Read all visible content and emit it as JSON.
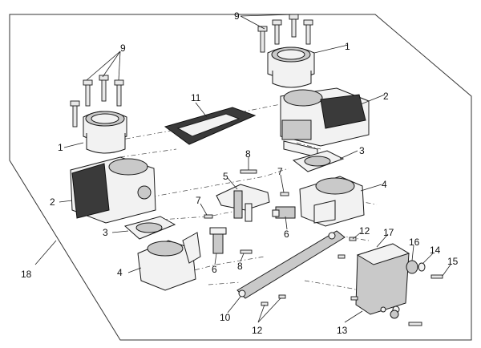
{
  "diagram": {
    "callouts": [
      {
        "id": "c9a",
        "text": "9"
      },
      {
        "id": "c1a",
        "text": "1"
      },
      {
        "id": "c2a",
        "text": "2"
      },
      {
        "id": "c9b",
        "text": "9"
      },
      {
        "id": "c11",
        "text": "11"
      },
      {
        "id": "c1b",
        "text": "1"
      },
      {
        "id": "c3a",
        "text": "3"
      },
      {
        "id": "c4a",
        "text": "4"
      },
      {
        "id": "c8a",
        "text": "8"
      },
      {
        "id": "c5",
        "text": "5"
      },
      {
        "id": "c7a",
        "text": "7"
      },
      {
        "id": "c2b",
        "text": "2"
      },
      {
        "id": "c7b",
        "text": "7"
      },
      {
        "id": "c6a",
        "text": "6"
      },
      {
        "id": "c3b",
        "text": "3"
      },
      {
        "id": "c4b",
        "text": "4"
      },
      {
        "id": "c8b",
        "text": "8"
      },
      {
        "id": "c6b",
        "text": "6"
      },
      {
        "id": "c12a",
        "text": "12"
      },
      {
        "id": "c17",
        "text": "17"
      },
      {
        "id": "c16",
        "text": "16"
      },
      {
        "id": "c14",
        "text": "14"
      },
      {
        "id": "c15",
        "text": "15"
      },
      {
        "id": "c18",
        "text": "18"
      },
      {
        "id": "c10",
        "text": "10"
      },
      {
        "id": "c12b",
        "text": "12"
      },
      {
        "id": "c13",
        "text": "13"
      }
    ]
  }
}
